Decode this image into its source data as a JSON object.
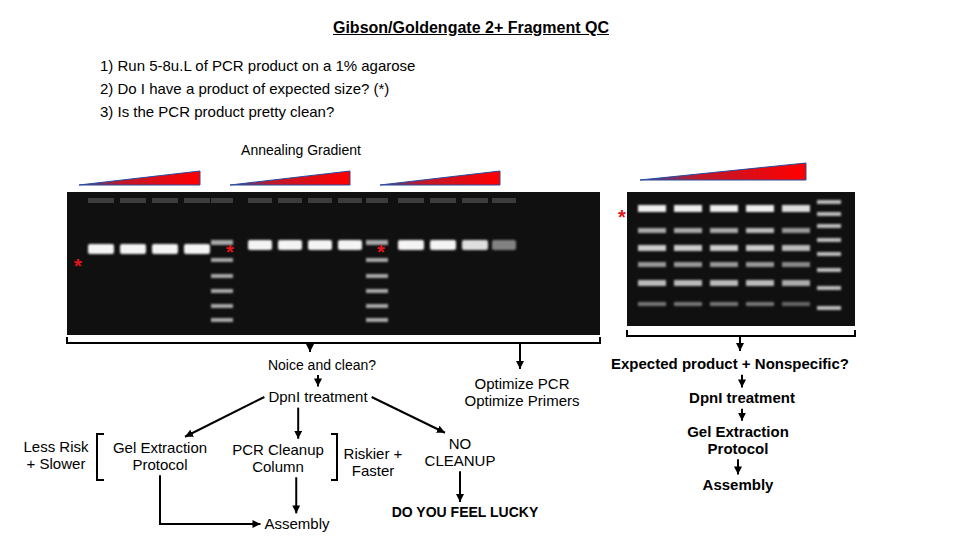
{
  "diagram": {
    "title": "Gibson/Goldengate 2+ Fragment QC",
    "nodes": [
      {
        "text": [
          "Noice and clean?"
        ]
      },
      {
        "text": [
          "DpnI treatment"
        ]
      },
      {
        "text": [
          "Gel Extraction Protocol"
        ]
      },
      {
        "text": [
          "PCR Cleanup Column"
        ]
      },
      {
        "text": [
          "NO CLEANUP"
        ]
      },
      {
        "text": [
          "Assembly"
        ]
      },
      {
        "text": [
          "DO YOU FEEL LUCKY"
        ]
      },
      {
        "text": [
          "Optimize PCR Optimize Primers"
        ]
      },
      {
        "text": [
          "Expected product + Nonspecific?"
        ]
      },
      {
        "text": [
          "DpnI treatment"
        ]
      },
      {
        "text": [
          "Gel Extraction Protocol"
        ]
      },
      {
        "text": [
          "Assembly"
        ]
      }
    ],
    "edges": [
      {
        "from": 0,
        "to": 1,
        "arrow": "to"
      },
      {
        "from": 1,
        "to": 2,
        "arrow": "to"
      },
      {
        "from": 1,
        "to": 3,
        "arrow": "to"
      },
      {
        "from": 1,
        "to": 4,
        "arrow": "to"
      },
      {
        "from": 2,
        "to": 5,
        "arrow": "to"
      },
      {
        "from": 3,
        "to": 5,
        "arrow": "to"
      },
      {
        "from": 4,
        "to": 6,
        "arrow": "to"
      },
      {
        "from": 8,
        "to": 9,
        "arrow": "to"
      },
      {
        "from": 9,
        "to": 10,
        "arrow": "to"
      },
      {
        "from": 10,
        "to": 11,
        "arrow": "to"
      }
    ],
    "labels": [
      "1) Run 5-8u.L of PCR product on a 1% agarose",
      "2) Do I have a product of expected size? (*)",
      "3) Is the PCR product pretty clean?",
      "Annealing Gradient",
      "*",
      "*",
      "*",
      "*",
      "Less Risk + Slower",
      "Riskier + Faster"
    ]
  }
}
